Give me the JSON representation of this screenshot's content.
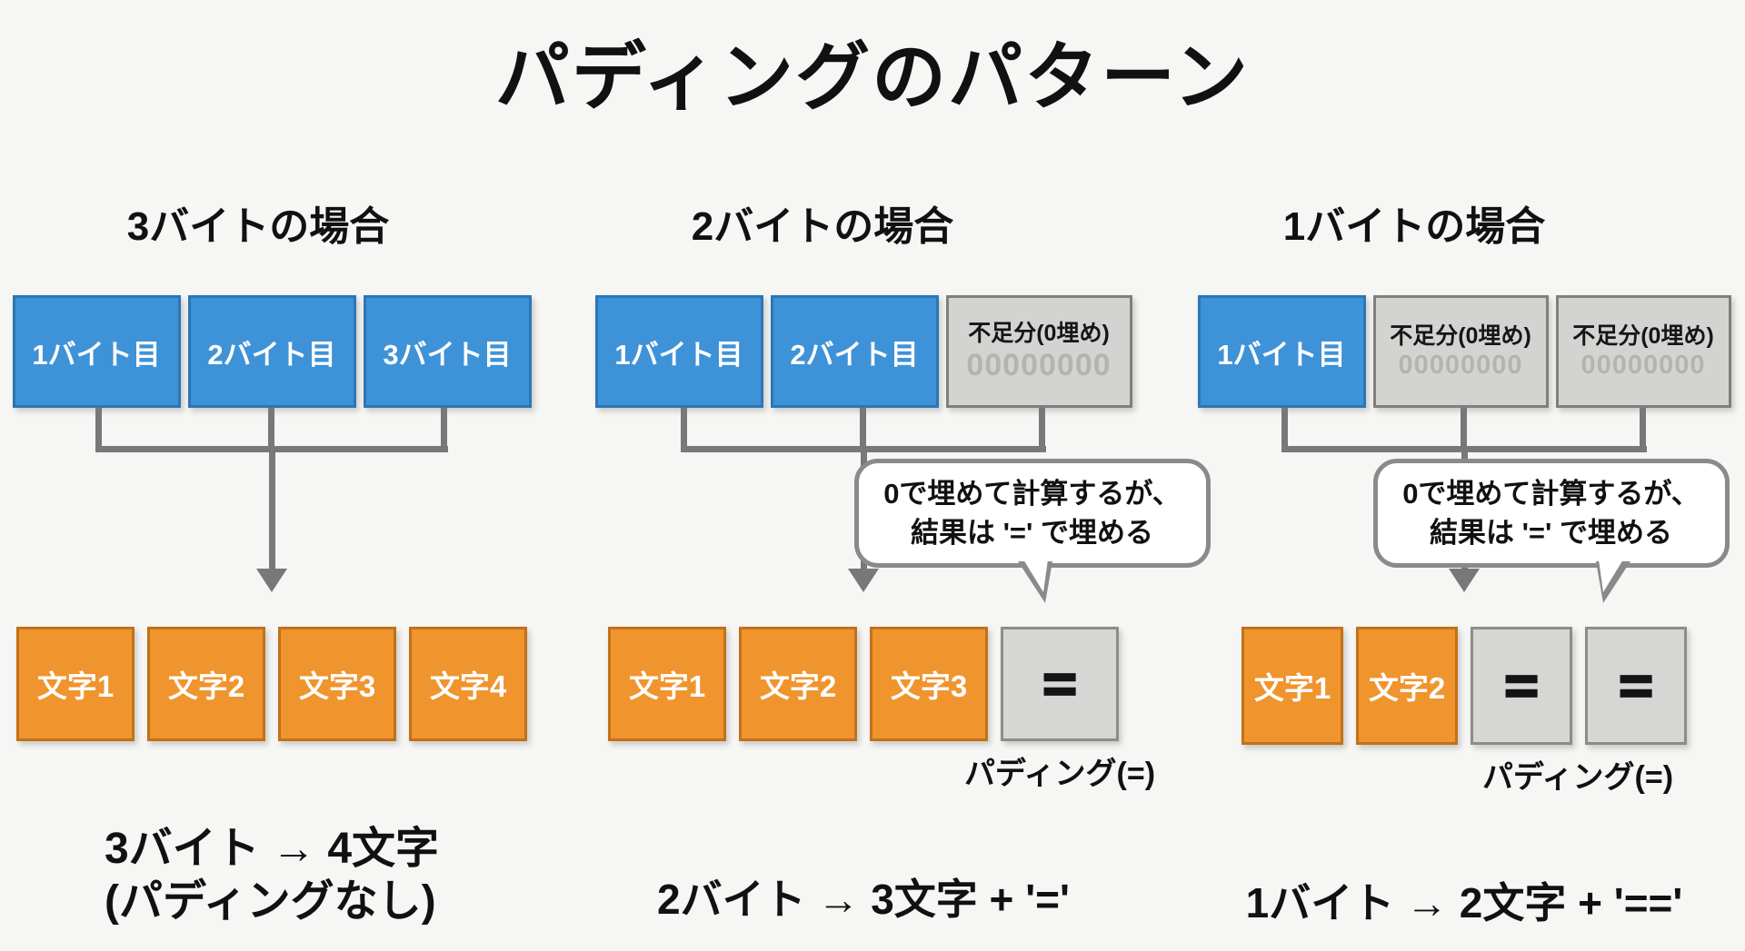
{
  "title": "パディングのパターン",
  "bubble": {
    "line1": "0で埋めて計算するが、",
    "line2": "結果は '=' で埋める"
  },
  "columns": [
    {
      "header": "3バイトの場合",
      "byte_boxes": [
        {
          "type": "data",
          "label": "1バイト目"
        },
        {
          "type": "data",
          "label": "2バイト目"
        },
        {
          "type": "data",
          "label": "3バイト目"
        }
      ],
      "char_boxes": [
        {
          "type": "char",
          "label": "文字1"
        },
        {
          "type": "char",
          "label": "文字2"
        },
        {
          "type": "char",
          "label": "文字3"
        },
        {
          "type": "char",
          "label": "文字4"
        }
      ],
      "padding_label": "",
      "caption_lines": [
        "3バイト → 4文字",
        "(パディングなし)"
      ]
    },
    {
      "header": "2バイトの場合",
      "byte_boxes": [
        {
          "type": "data",
          "label": "1バイト目"
        },
        {
          "type": "data",
          "label": "2バイト目"
        },
        {
          "type": "pad",
          "label": "不足分(0埋め)",
          "value": "00000000"
        }
      ],
      "char_boxes": [
        {
          "type": "char",
          "label": "文字1"
        },
        {
          "type": "char",
          "label": "文字2"
        },
        {
          "type": "char",
          "label": "文字3"
        },
        {
          "type": "equals",
          "label": "="
        }
      ],
      "padding_label": "パディング(=)",
      "caption_lines": [
        "2バイト → 3文字 + '='"
      ]
    },
    {
      "header": "1バイトの場合",
      "byte_boxes": [
        {
          "type": "data",
          "label": "1バイト目"
        },
        {
          "type": "pad",
          "label": "不足分(0埋め)",
          "value": "00000000"
        },
        {
          "type": "pad",
          "label": "不足分(0埋め)",
          "value": "00000000"
        }
      ],
      "char_boxes": [
        {
          "type": "char",
          "label": "文字1"
        },
        {
          "type": "char",
          "label": "文字2"
        },
        {
          "type": "equals",
          "label": "="
        },
        {
          "type": "equals",
          "label": "="
        }
      ],
      "padding_label": "パディング(=)",
      "caption_lines": [
        "1バイト → 2文字 + '=='"
      ]
    }
  ],
  "colors": {
    "blue": "#3e92d7",
    "orange": "#f0942e",
    "gray_box": "#d3d3d1",
    "zeros_text": "#b3b3b1",
    "connector": "#787878",
    "bubble_border": "#8a8a8a",
    "background": "#f6f6f4"
  }
}
